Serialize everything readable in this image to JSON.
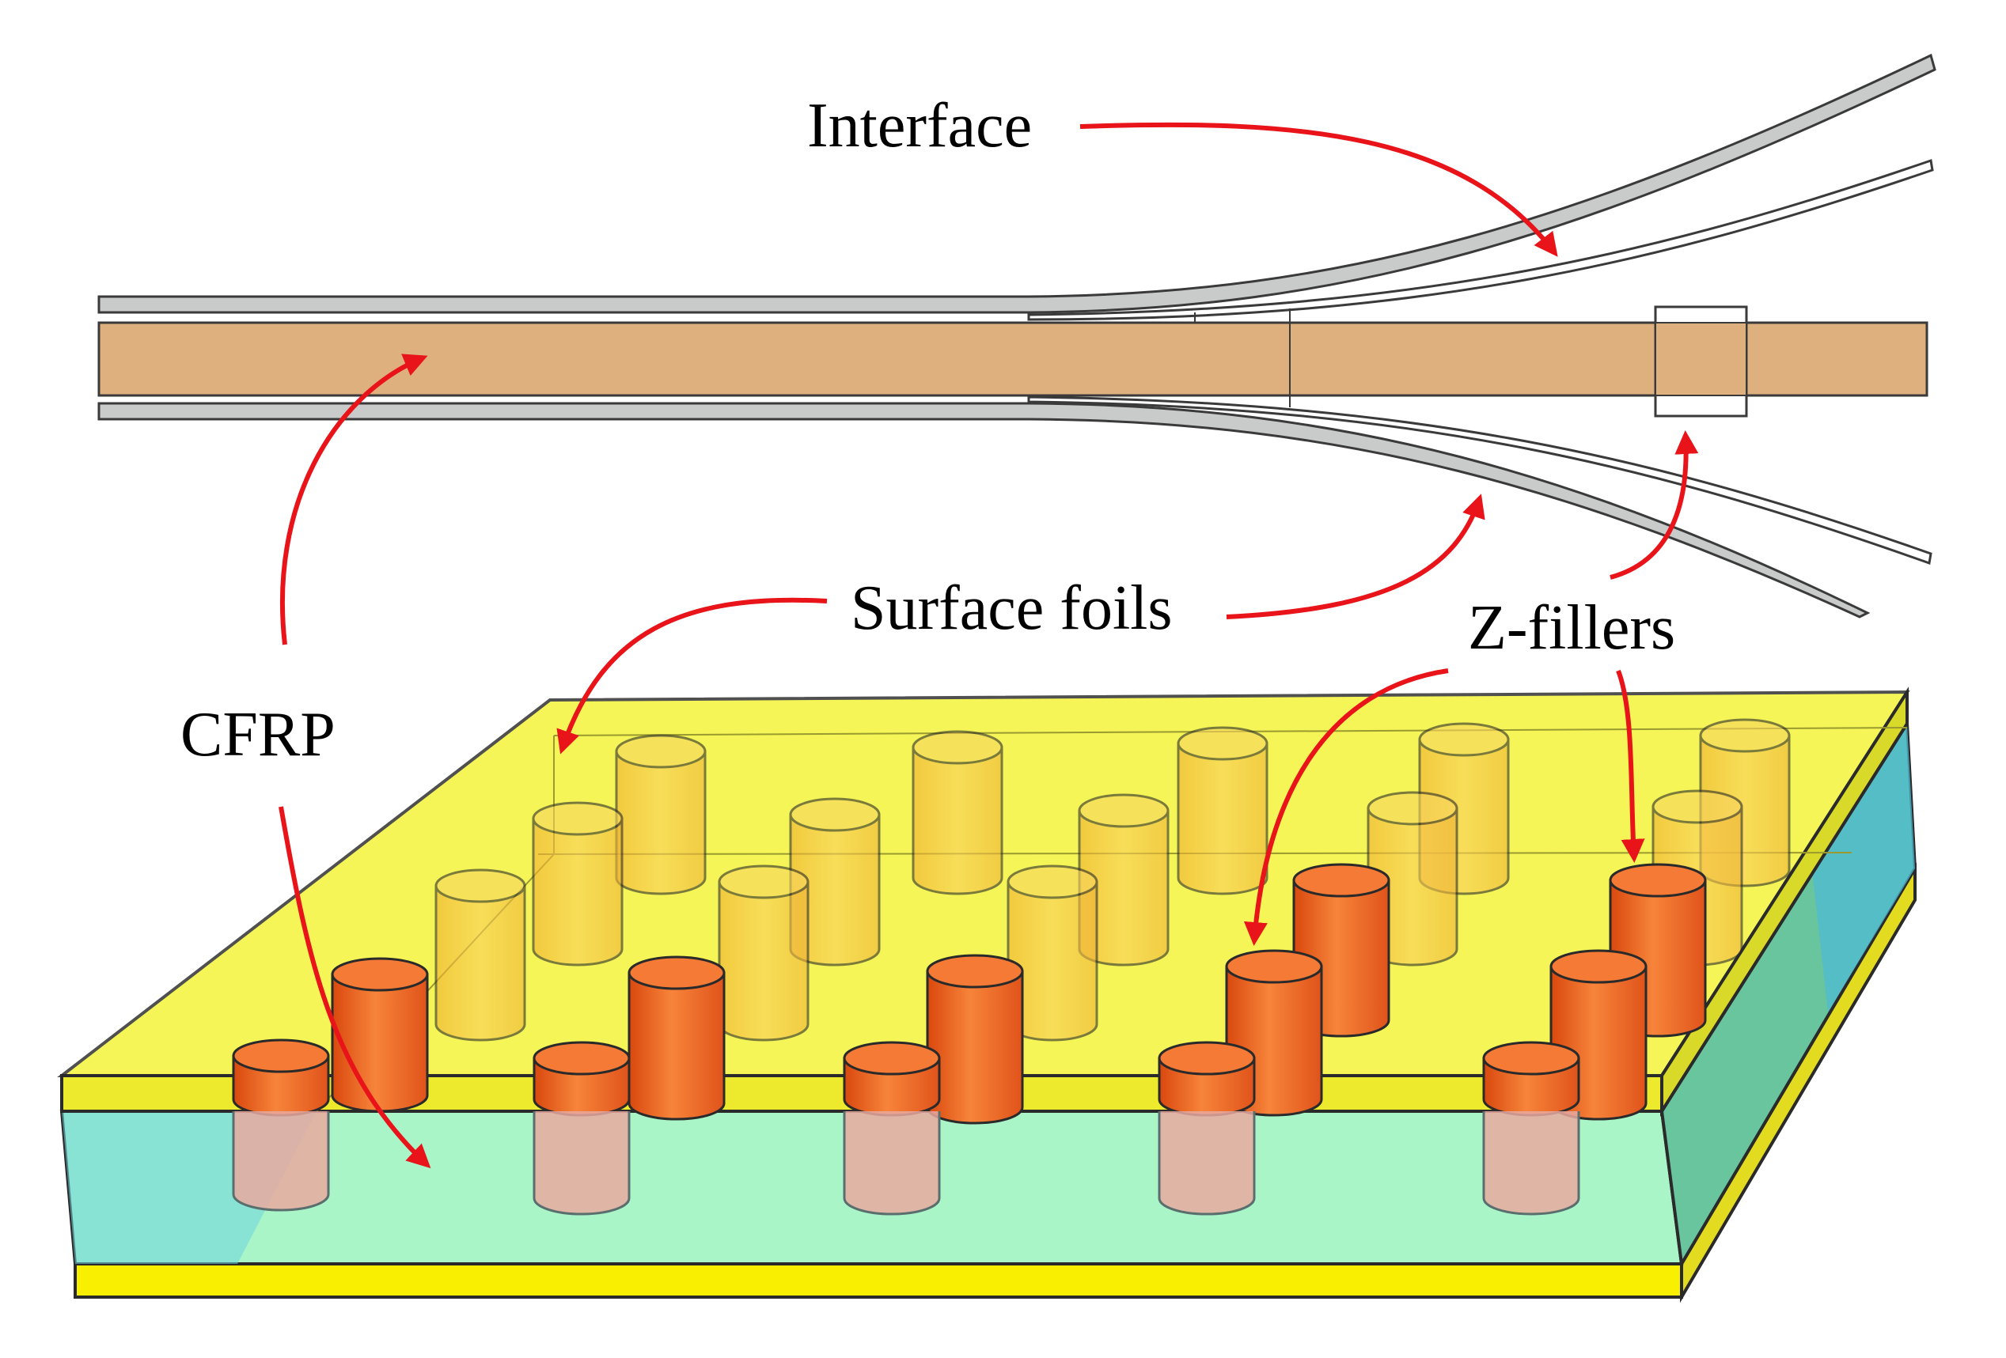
{
  "labels": {
    "interface": "Interface",
    "surface_foils": "Surface foils",
    "z_fillers": "Z-fillers",
    "cfrp": "CFRP"
  },
  "colors": {
    "cfrp_beam": "#DEB07E",
    "foil": "#C9CBCA",
    "arrow": "#E8141A",
    "top_foil_plate": "#F4F433",
    "cfrp_plate": "#A9F5C8",
    "side_cfrp": "#5EC3D6",
    "z_filler": "#F26A22",
    "z_filler_ghost": "#F5C048"
  }
}
